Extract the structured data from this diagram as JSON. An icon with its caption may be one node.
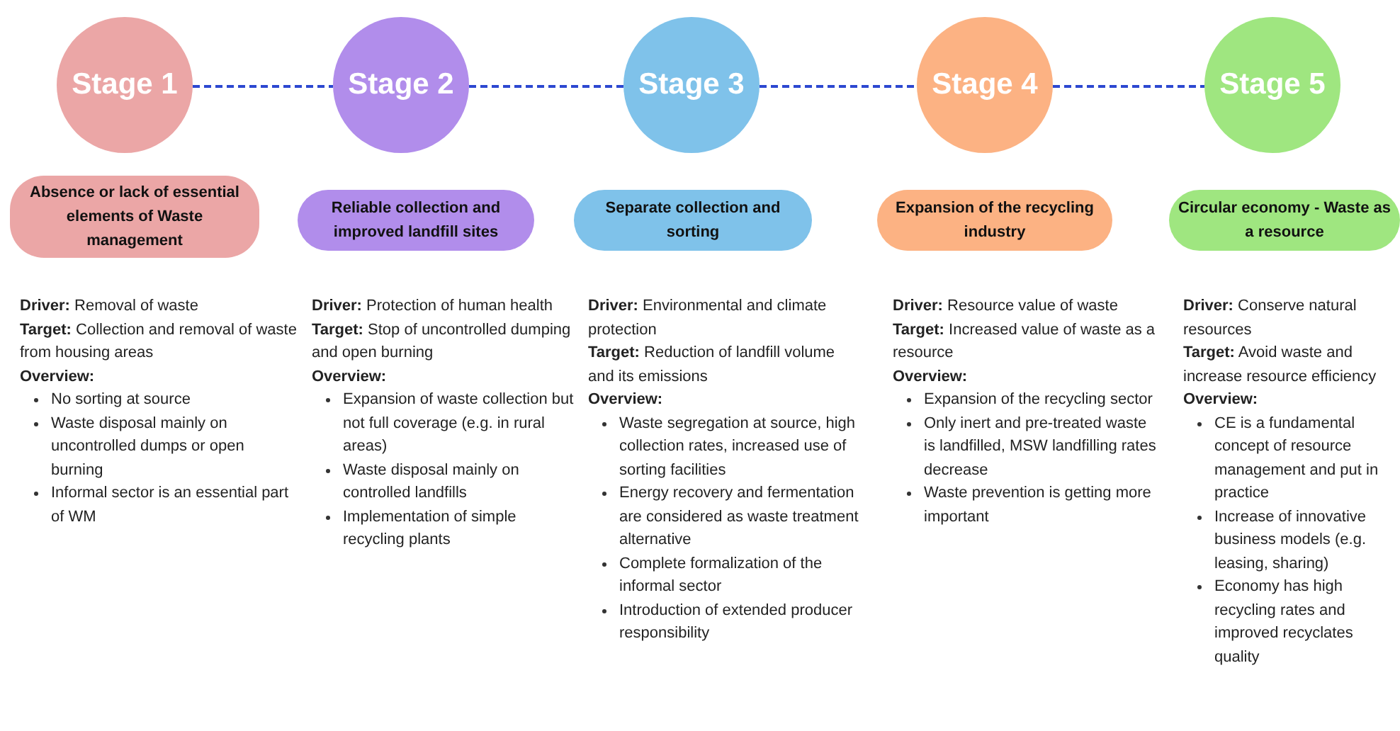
{
  "diagram": {
    "nodes": [
      {
        "text": [
          "Stage 1"
        ]
      },
      {
        "text": [
          "Stage 2"
        ]
      },
      {
        "text": [
          "Stage 3"
        ]
      },
      {
        "text": [
          "Stage 4"
        ]
      },
      {
        "text": [
          "Stage 5"
        ]
      },
      {
        "text": [
          "Absence or lack of essential elements of Waste management"
        ],
        "beside": [
          "**Driver:** Removal of waste",
          "**Target:** Collection and removal of waste from housing areas",
          "Overview:",
          "No sorting at source",
          "Waste disposal mainly on uncontrolled dumps or open burning",
          "Informal sector is an essential part of WM"
        ]
      },
      {
        "text": [
          "Reliable collection and improved landfill sites"
        ],
        "beside": [
          "**Driver:** Protection of human health",
          "**Target:** Stop of uncontrolled dumping and open burning",
          "Overview:",
          "Expansion of waste collection but not full coverage (e.g. in rural areas)",
          "Waste disposal mainly on controlled landfills",
          "Implementation of simple recycling plants"
        ]
      },
      {
        "text": [
          "Separate collection and sorting"
        ],
        "beside": [
          "**Driver:** Environmental and climate protection",
          "**Target:** Reduction of landfill volume and its emissions",
          "Overview:",
          "Waste segregation at source, high collection rates, increased use of sorting facilities",
          "Energy recovery and fermentation are considered as waste treatment alternative",
          "Complete formalization of the informal sector",
          "Introduction of extended producer responsibility"
        ]
      },
      {
        "text": [
          "Expansion of the recycling industry"
        ],
        "beside": [
          "**Driver:** Resource value of waste",
          "**Target:** Increased value of waste as a resource",
          "Overview:",
          "Expansion of the recycling sector",
          "Only inert and pre-treated waste is landfilled, MSW landfilling rates decrease",
          "Waste prevention is getting more important"
        ]
      },
      {
        "text": [
          "Circular economy - Waste as a resource"
        ],
        "beside": [
          "**Driver:** Conserve natural resources",
          "**Target:** Avoid waste and increase resource efficiency",
          "Overview:",
          "CE is a fundamental concept of resource management and put in practice",
          "Increase of innovative business models (e.g. leasing, sharing)",
          "Economy has high recycling rates and improved recyclates quality"
        ]
      }
    ],
    "edges": [
      {
        "from": 0,
        "to": 1,
        "arrow": "none",
        "style": "dashed"
      },
      {
        "from": 1,
        "to": 2,
        "arrow": "none",
        "style": "dashed"
      },
      {
        "from": 2,
        "to": 3,
        "arrow": "none",
        "style": "dashed"
      },
      {
        "from": 3,
        "to": 4,
        "arrow": "none",
        "style": "dashed"
      }
    ]
  }
}
